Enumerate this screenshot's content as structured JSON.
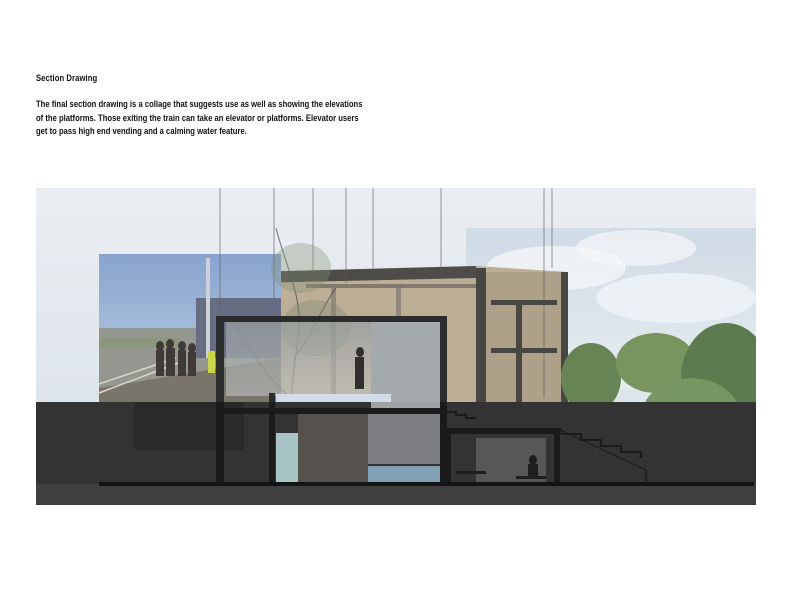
{
  "section": {
    "title": "Section Drawing",
    "description_lines": [
      "The final section drawing is a collage that suggests use as well as showing the elevations",
      "of the platforms. Those exiting the train can take an elevator or platforms. Elevator users",
      "get to pass high end vending and a calming water feature."
    ]
  },
  "figure": {
    "kind": "architectural section collage"
  }
}
